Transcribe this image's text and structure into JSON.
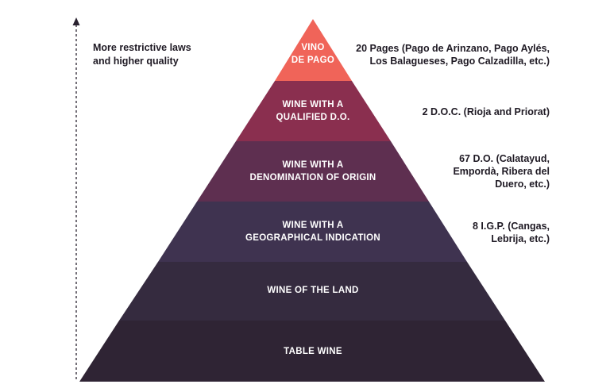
{
  "axis": {
    "note": "More restrictive laws\nand higher quality"
  },
  "tiers": [
    {
      "label": "VINO\nDE PAGO",
      "note": "20 Pages (Pago de Arinzano, Pago Aylés,\nLos Balagueses, Pago Calzadilla, etc.)",
      "color": "#f06459"
    },
    {
      "label": "WINE WITH A\nQUALIFIED D.O.",
      "note": "2 D.O.C. (Rioja and Priorat)",
      "color": "#8a2f4f"
    },
    {
      "label": "WINE WITH A\nDENOMINATION OF ORIGIN",
      "note": "67 D.O. (Calatayud,\nEmpordà, Ribera del\nDuero, etc.)",
      "color": "#5e2f50"
    },
    {
      "label": "WINE WITH A\nGEOGRAPHICAL INDICATION",
      "note": "8 I.G.P. (Cangas,\nLebrija, etc.)",
      "color": "#3f3350"
    },
    {
      "label": "WINE OF THE LAND",
      "note": "",
      "color": "#352b3f"
    },
    {
      "label": "TABLE WINE",
      "note": "",
      "color": "#2f2434"
    }
  ]
}
